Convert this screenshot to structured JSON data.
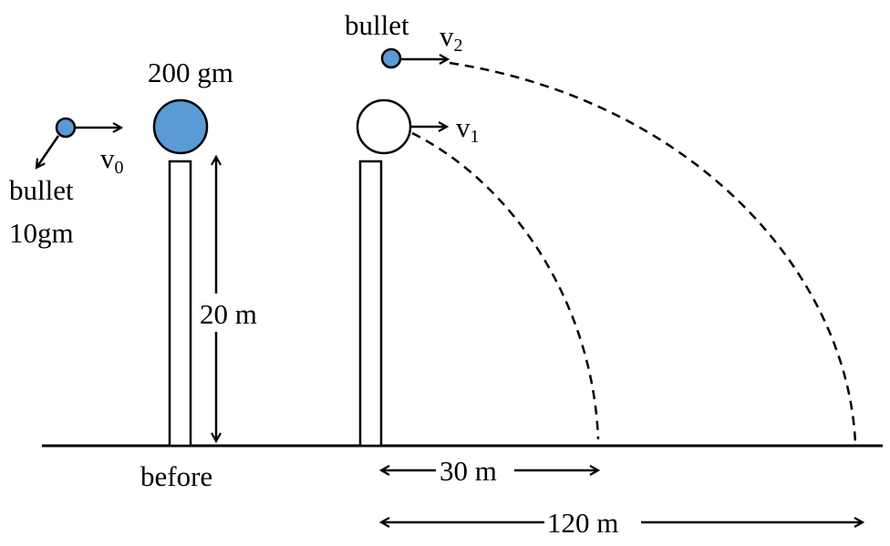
{
  "labels": {
    "bullet_before_1": "bullet",
    "bullet_before_2": "10gm",
    "ball_mass": "200 gm",
    "v0": "v",
    "v0_sub": "0",
    "height": "20 m",
    "before": "before",
    "bullet_after": "bullet",
    "v2": "v",
    "v2_sub": "2",
    "v1": "v",
    "v1_sub": "1",
    "dist_ball": "30 m",
    "dist_bullet": "120 m"
  },
  "colors": {
    "ball_fill": "#5b9bd5",
    "line": "#000000",
    "background": "#ffffff"
  }
}
